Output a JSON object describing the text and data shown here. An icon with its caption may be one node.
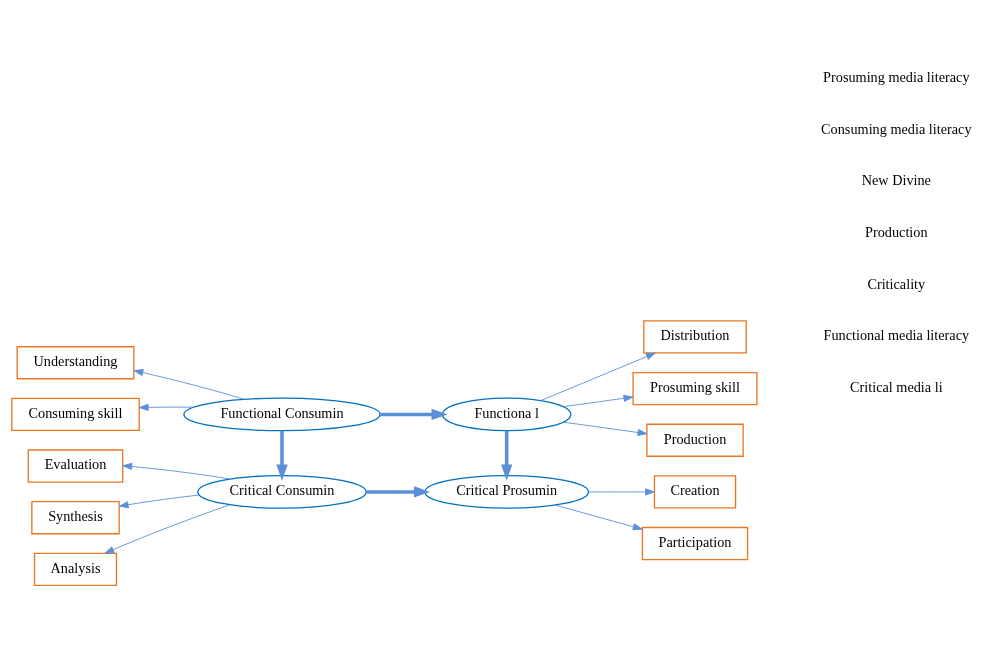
{
  "diagram": {
    "nodes": [
      {
        "text": [
          "Evaluation"
        ]
      },
      {
        "text": [
          "Synthesis"
        ]
      },
      {
        "text": [
          "Analysis"
        ]
      },
      {
        "text": [
          "Critical Consumin"
        ]
      },
      {
        "text": [
          "Critical Prosumin"
        ]
      },
      {
        "text": [
          "Creation"
        ]
      },
      {
        "text": [
          "Participation"
        ]
      },
      {
        "text": [
          "Understanding"
        ]
      },
      {
        "text": [
          "Consuming skill"
        ]
      },
      {
        "text": [
          "Functional Consumin"
        ]
      },
      {
        "text": [
          "Functiona l"
        ]
      },
      {
        "text": [
          "Production"
        ]
      },
      {
        "text": [
          "Distribution"
        ]
      },
      {
        "text": [
          "Prosuming skill"
        ]
      }
    ],
    "edges": [
      {
        "from": 3,
        "to": 0,
        "arrow": "to"
      },
      {
        "from": 3,
        "to": 1,
        "arrow": "to"
      },
      {
        "from": 3,
        "to": 2,
        "arrow": "to"
      },
      {
        "from": 3,
        "to": 4,
        "arrow": "to",
        "style": "thick"
      },
      {
        "from": 4,
        "to": 5,
        "arrow": "to"
      },
      {
        "from": 4,
        "to": 6,
        "arrow": "to"
      },
      {
        "from": 9,
        "to": 7,
        "arrow": "to"
      },
      {
        "from": 9,
        "to": 8,
        "arrow": "to"
      },
      {
        "from": 9,
        "to": 3,
        "arrow": "to",
        "style": "thick"
      },
      {
        "from": 9,
        "to": 10,
        "arrow": "to",
        "style": "thick"
      },
      {
        "from": 10,
        "to": 4,
        "arrow": "to",
        "style": "thick"
      },
      {
        "from": 10,
        "to": 11,
        "arrow": "to"
      },
      {
        "from": 10,
        "to": 12,
        "arrow": "to"
      },
      {
        "from": 10,
        "to": 13,
        "arrow": "to"
      }
    ],
    "labels": [
      "Critical media li",
      "Functional media literacy",
      "Criticality",
      "Production",
      "New Divine",
      "Consuming media literacy",
      "Prosuming media literacy"
    ]
  }
}
